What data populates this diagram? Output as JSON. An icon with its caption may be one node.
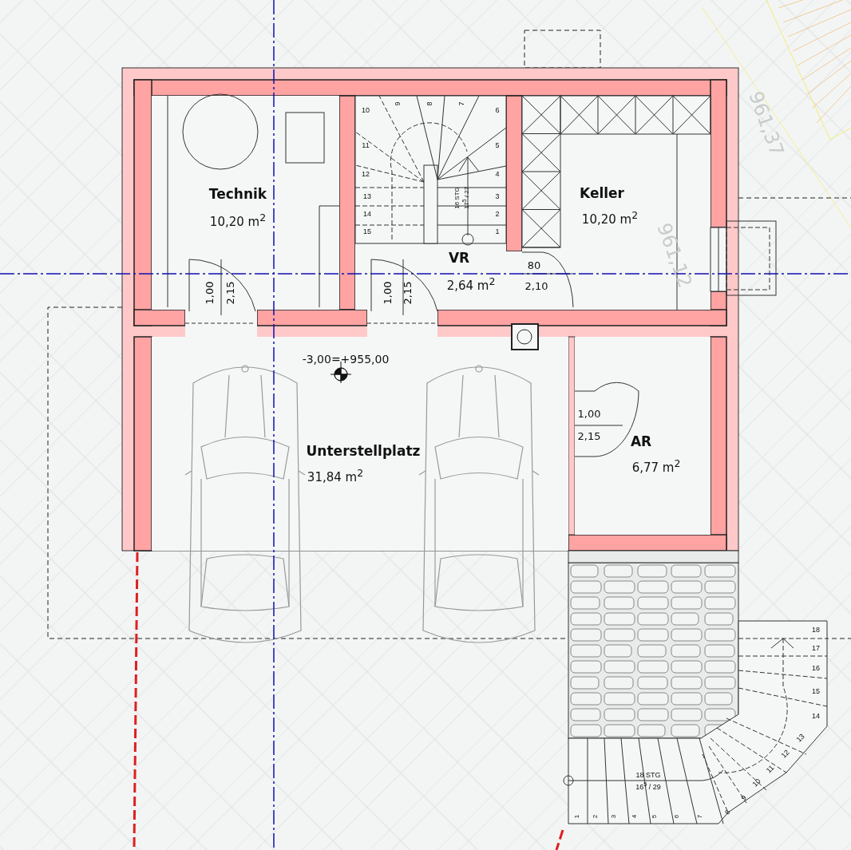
{
  "diagram": {
    "nodes": [
      {
        "text": [
          "Technik",
          "10,20 m$^{2}$"
        ]
      },
      {
        "text": [
          "VR",
          "2,64 m$^{2}$"
        ]
      },
      {
        "text": [
          "Keller",
          "10,20 m$^{2}$"
        ]
      },
      {
        "text": [
          "Unterstellplatz",
          "31,84 m$^{2}$"
        ]
      },
      {
        "text": [
          "AR",
          "6,77 m$^{2}$"
        ]
      }
    ],
    "edges": [],
    "labels": [
      "961,37",
      "10",
      "9",
      "8",
      "7",
      "6",
      "11",
      "5",
      "12",
      "4",
      "16 STG",
      "17$^{5}$ / 27",
      "13",
      "3",
      "14",
      "2",
      "15",
      "1",
      "961,12",
      "1,00",
      "2,15",
      "1,00",
      "2,15",
      "80",
      "2,10",
      "-3,00=+955,00",
      "1,00",
      "2,15",
      "18",
      "17",
      "16",
      "15",
      "14",
      "13",
      "12",
      "11",
      "10",
      "9",
      "18 STG",
      "16$^{5}$ / 29",
      "1",
      "2",
      "3",
      "4",
      "5",
      "6",
      "7",
      "8"
    ]
  }
}
